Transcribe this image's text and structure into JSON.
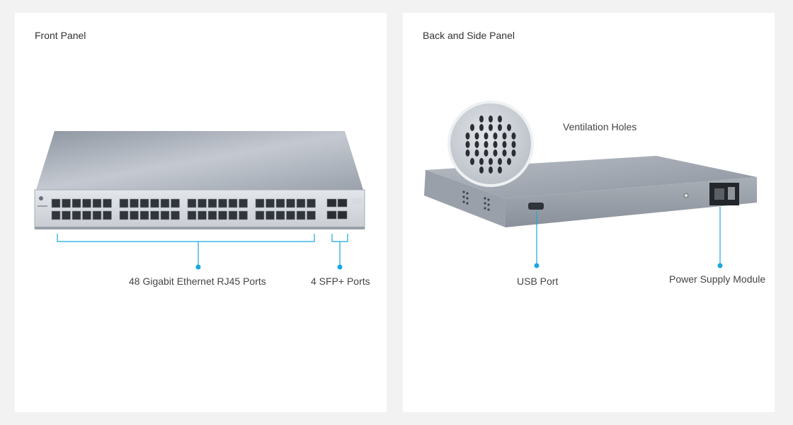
{
  "front_panel": {
    "title": "Front Panel",
    "callouts": {
      "rj45": "48 Gigabit Ethernet RJ45 Ports",
      "sfp": "4 SFP+ Ports"
    }
  },
  "back_panel": {
    "title": "Back and Side Panel",
    "callouts": {
      "ventilation": "Ventilation Holes",
      "usb": "USB Port",
      "power": "Power Supply Module"
    }
  },
  "colors": {
    "accent": "#1aa7e0",
    "background": "#f2f2f3",
    "panel": "#ffffff"
  }
}
